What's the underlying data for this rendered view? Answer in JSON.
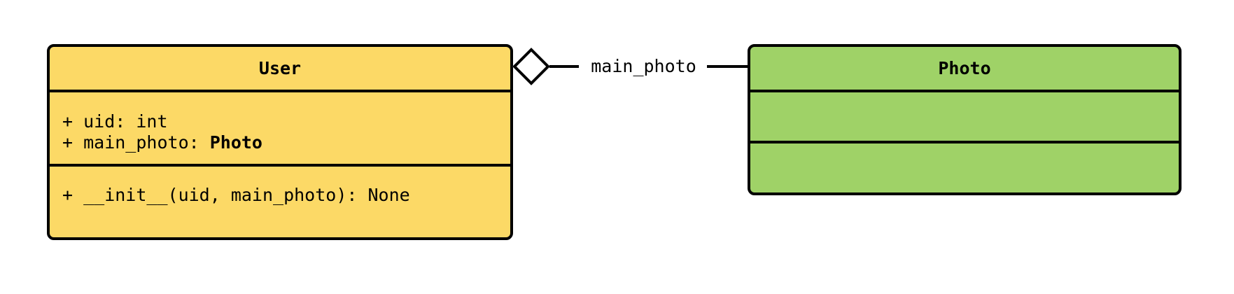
{
  "diagram": {
    "type": "uml-class-diagram",
    "background_color": "#ffffff",
    "border_color": "#000000",
    "classes": [
      {
        "name": "User",
        "fill_color": "#FCD966",
        "attributes": [
          {
            "visibility": "+",
            "text": "+ uid: int",
            "name": "uid",
            "type": "int"
          },
          {
            "visibility": "+",
            "text_prefix": "+ main_photo: ",
            "text_bold": "Photo",
            "name": "main_photo",
            "type": "Photo"
          }
        ],
        "methods": [
          {
            "visibility": "+",
            "text": "+ __init__(uid, main_photo): None",
            "name": "__init__",
            "returns": "None"
          }
        ]
      },
      {
        "name": "Photo",
        "fill_color": "#9FD267",
        "attributes": [],
        "methods": []
      }
    ],
    "relationship": {
      "kind": "aggregation",
      "label": "main_photo",
      "source": "User",
      "target": "Photo",
      "diamond_fill": "#ffffff"
    }
  }
}
